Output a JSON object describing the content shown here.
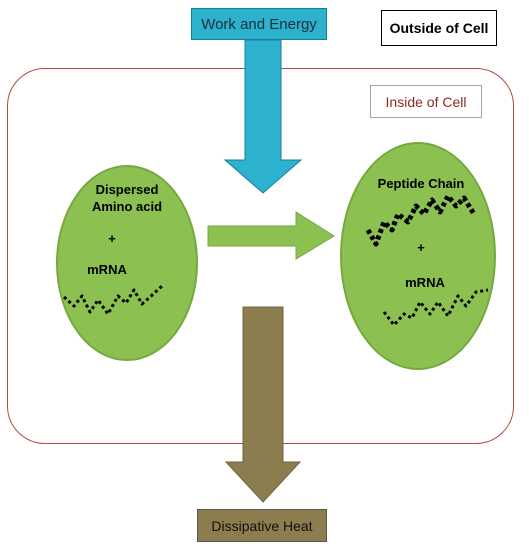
{
  "labels": {
    "outside": "Outside of Cell",
    "inside": "Inside of Cell",
    "work": "Work and Energy",
    "heat": "Dissipative Heat"
  },
  "left_ellipse": {
    "line1": "Dispersed",
    "line2": "Amino acid",
    "plus": "+",
    "mrna": "mRNA"
  },
  "right_ellipse": {
    "title": "Peptide Chain",
    "plus": "+",
    "mrna": "mRNA"
  },
  "colors": {
    "ellipse_fill": "#8cc152",
    "arrow_green": "#8cc152",
    "arrow_blue": "#2cb1cf",
    "arrow_brown": "#8c7d4e",
    "boundary": "#b34a43"
  }
}
